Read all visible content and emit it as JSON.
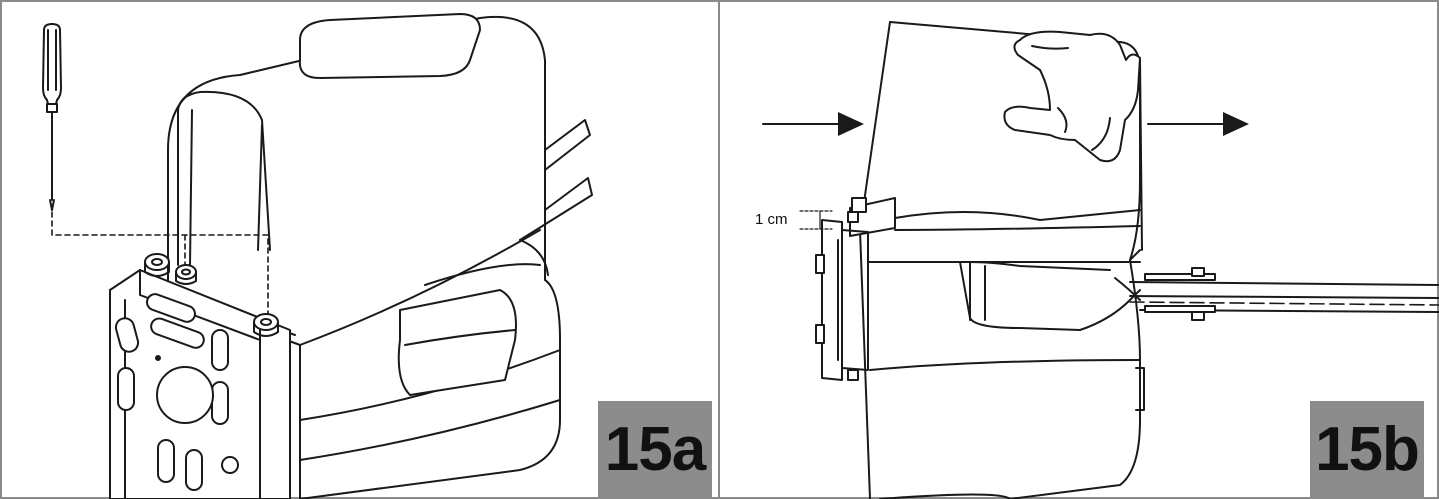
{
  "figure_a": {
    "label": "15a"
  },
  "figure_b": {
    "label": "15b",
    "dimension_label": "1 cm"
  },
  "colors": {
    "border": "#8a8a8a",
    "badge_background": "#8c8c8c",
    "badge_text": "#111111",
    "line_art": "#1a1a1a"
  },
  "icons": [
    "screwdriver-icon",
    "hand-icon",
    "arrow-right-icon"
  ]
}
